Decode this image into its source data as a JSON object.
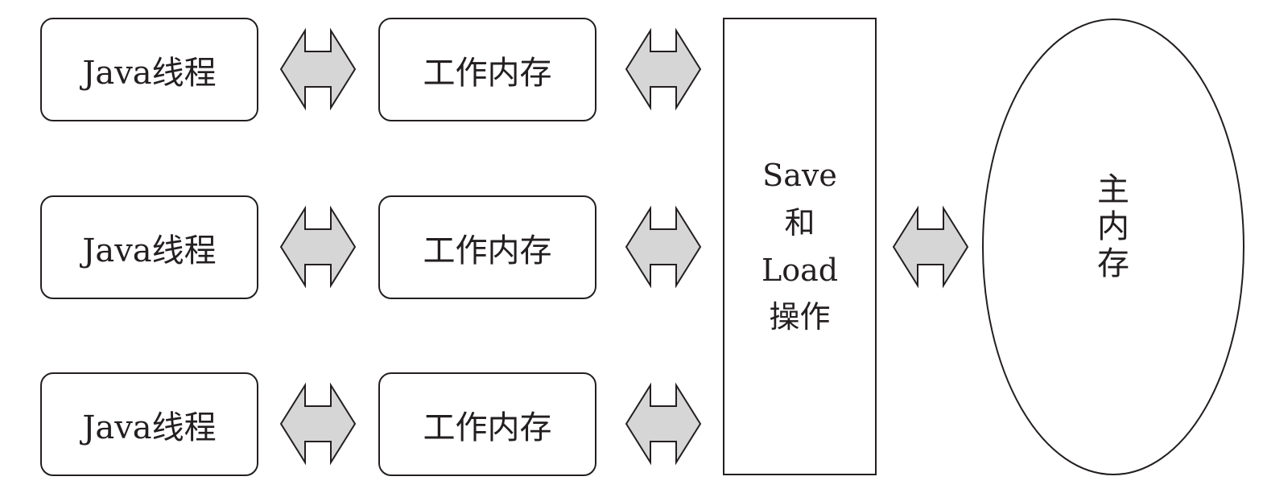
{
  "diagram": {
    "thread_label": "Java线程",
    "work_memory_label": "工作内存",
    "rows": [
      {
        "thread": "Java线程",
        "work_memory": "工作内存"
      },
      {
        "thread": "Java线程",
        "work_memory": "工作内存"
      },
      {
        "thread": "Java线程",
        "work_memory": "工作内存"
      }
    ],
    "save_load": {
      "line1": "Save",
      "line2": "和",
      "line3": "Load",
      "line4": "操作"
    },
    "main_memory": "主内存",
    "colors": {
      "stroke": "#231f20",
      "arrow_fill": "#d6d6d6",
      "background": "#ffffff"
    },
    "icons": {
      "connector": "double-arrow-icon"
    }
  }
}
